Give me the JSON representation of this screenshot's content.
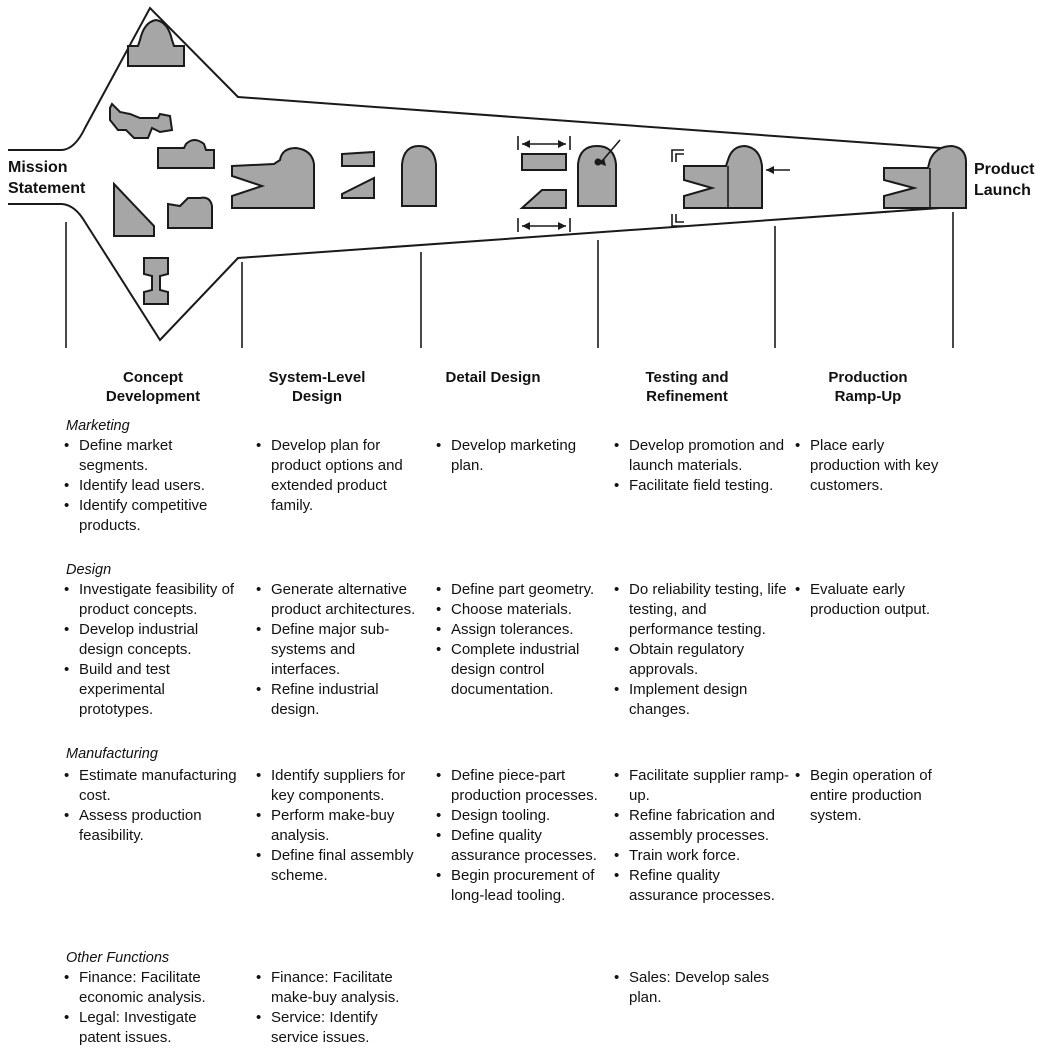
{
  "start_label": [
    "Mission",
    "Statement"
  ],
  "end_label": [
    "Product",
    "Launch"
  ],
  "phases": [
    {
      "title": [
        "Concept",
        "Development"
      ]
    },
    {
      "title": [
        "System-Level",
        "Design"
      ]
    },
    {
      "title": [
        "Detail Design"
      ]
    },
    {
      "title": [
        "Testing and",
        "Refinement"
      ]
    },
    {
      "title": [
        "Production",
        "Ramp-Up"
      ]
    }
  ],
  "categories": [
    "Marketing",
    "Design",
    "Manufacturing",
    "Other Functions"
  ],
  "activities": [
    [
      [
        "Define market segments.",
        "Identify lead users.",
        "Identify competitive products."
      ],
      [
        "Develop plan for product options and extended product family."
      ],
      [
        "Develop marketing plan."
      ],
      [
        "Develop promotion and launch materials.",
        "Facilitate field testing."
      ],
      [
        "Place early production with key customers."
      ]
    ],
    [
      [
        "Investigate feasibility of product concepts.",
        "Develop industrial design concepts.",
        "Build and test experimental prototypes."
      ],
      [
        "Generate alternative product architectures.",
        "Define major sub-systems and interfaces.",
        "Refine industrial design."
      ],
      [
        "Define part geometry.",
        "Choose materials.",
        "Assign tolerances.",
        "Complete industrial design control documentation."
      ],
      [
        "Do reliability testing, life testing, and performance testing.",
        "Obtain regulatory approvals.",
        "Implement design changes."
      ],
      [
        "Evaluate early production output."
      ]
    ],
    [
      [
        "Estimate manufacturing cost.",
        "Assess production feasibility."
      ],
      [
        "Identify suppliers for key components.",
        "Perform make-buy analysis.",
        "Define final assembly scheme."
      ],
      [
        "Define piece-part production processes.",
        "Design tooling.",
        "Define quality assurance processes.",
        "Begin procurement of long-lead tooling."
      ],
      [
        "Facilitate supplier ramp-up.",
        "Refine fabrication and assembly processes.",
        "Train work force.",
        "Refine quality assurance processes."
      ],
      [
        "Begin operation of entire production system."
      ]
    ],
    [
      [
        "Finance: Facilitate economic analysis.",
        "Legal: Investigate patent issues."
      ],
      [
        "Finance: Facilitate make-buy analysis.",
        "Service: Identify service issues."
      ],
      [],
      [
        "Sales: Develop sales plan."
      ],
      []
    ]
  ],
  "colors": {
    "shape_fill": "#a6a6a6",
    "outline": "#1a1a1a",
    "text": "#111111"
  }
}
